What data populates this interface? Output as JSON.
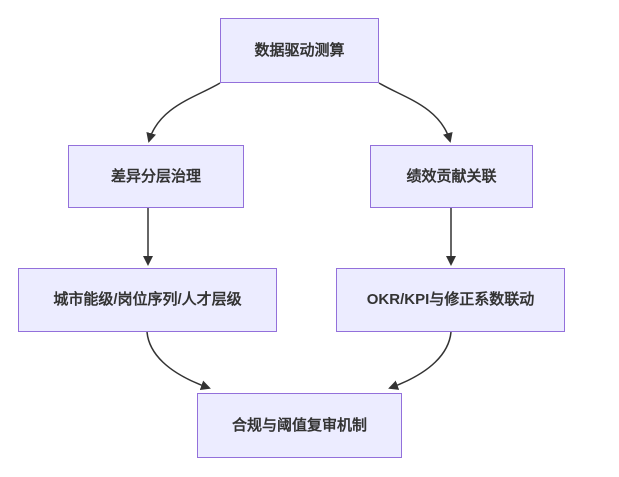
{
  "colors": {
    "background": "#ffffff",
    "node_fill": "#ececff",
    "node_border": "#9370db",
    "node_text": "#333333",
    "edge": "#333333"
  },
  "flowchart": {
    "nodes": [
      {
        "id": "A",
        "label": "数据驱动测算"
      },
      {
        "id": "B",
        "label": "差异分层治理"
      },
      {
        "id": "C",
        "label": "绩效贡献关联"
      },
      {
        "id": "D",
        "label": "城市能级/岗位序列/人才层级"
      },
      {
        "id": "E",
        "label": "OKR/KPI与修正系数联动"
      },
      {
        "id": "F",
        "label": "合规与阈值复审机制"
      }
    ],
    "edges": [
      {
        "from": "数据驱动测算",
        "to": "差异分层治理"
      },
      {
        "from": "数据驱动测算",
        "to": "绩效贡献关联"
      },
      {
        "from": "差异分层治理",
        "to": "城市能级/岗位序列/人才层级"
      },
      {
        "from": "绩效贡献关联",
        "to": "OKR/KPI与修正系数联动"
      },
      {
        "from": "城市能级/岗位序列/人才层级",
        "to": "合规与阈值复审机制"
      },
      {
        "from": "OKR/KPI与修正系数联动",
        "to": "合规与阈值复审机制"
      }
    ]
  }
}
